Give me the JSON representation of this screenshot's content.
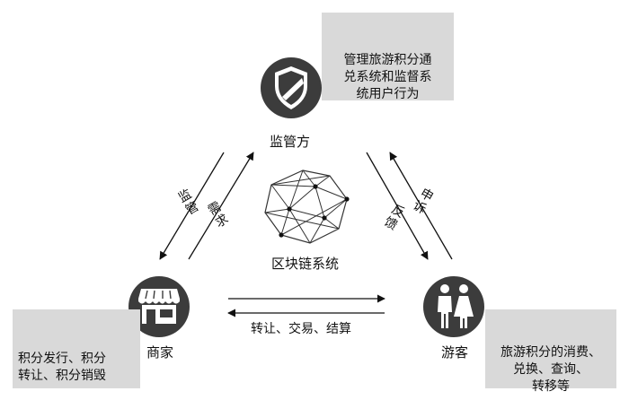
{
  "roles": {
    "regulator": {
      "label": "监管方",
      "desc": "管理旅游积分通\n兑系统和监督系\n统用户行为"
    },
    "merchant": {
      "label": "商家",
      "desc": "积分发行、积分\n转让、积分销毁"
    },
    "tourist": {
      "label": "游客",
      "desc": "旅游积分的消费、\n兑换、查询、\n转移等"
    }
  },
  "center": {
    "label": "区块链系统"
  },
  "flows": {
    "regulator_to_merchant": "监管",
    "merchant_to_regulator": "需求",
    "regulator_to_tourist": "反馈",
    "tourist_to_regulator": "申诉",
    "merchant_tourist": "转让、交易、结算"
  },
  "colors": {
    "node_fill": "#3c3c3c",
    "box_fill": "#d9d9d9",
    "line": "#111111"
  }
}
